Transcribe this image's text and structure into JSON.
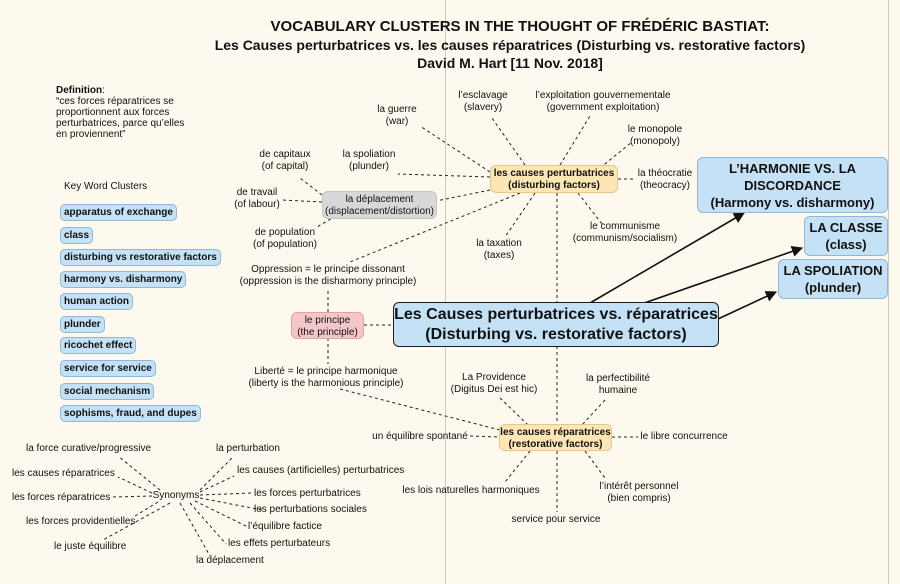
{
  "title": {
    "line1": "VOCABULARY CLUSTERS IN THE THOUGHT OF FRÉDÉRIC BASTIAT:",
    "line2": "Les Causes perturbatrices vs. les causes réparatrices (Disturbing vs. restorative factors)",
    "line3": "David M. Hart [11 Nov. 2018]"
  },
  "definition": {
    "label": "Definition",
    "colon": ":",
    "quote_lines": [
      "“ces forces réparatrices se",
      "proportionnent aux forces",
      "perturbatrices, parce qu’elles",
      "en proviennent”"
    ]
  },
  "key_words": {
    "heading": "Key Word Clusters",
    "items": [
      "apparatus of exchange",
      "class",
      "disturbing vs restorative factors",
      "harmony vs. disharmony",
      "human action",
      "plunder",
      "ricochet effect",
      "service for service",
      "social mechanism",
      "sophisms, fraud, and dupes"
    ]
  },
  "central": {
    "line1": "Les Causes perturbatrices vs. réparatrices",
    "line2": "(Disturbing vs. restorative factors)"
  },
  "right_nodes": {
    "harmonie": [
      "L’HARMONIE VS. LA",
      "DISCORDANCE",
      "(Harmony vs. disharmony)"
    ],
    "classe": [
      "LA CLASSE",
      "(class)"
    ],
    "spoliation": [
      "LA SPOLIATION",
      "(plunder)"
    ]
  },
  "perturbatrices": {
    "node": [
      "les causes perturbatrices",
      "(disturbing factors)"
    ],
    "guerre": [
      "la guerre",
      "(war)"
    ],
    "esclavage": [
      "l’esclavage",
      "(slavery)"
    ],
    "exploitation": [
      "l’exploitation gouvernementale",
      "(government exploitation)"
    ],
    "monopole": [
      "le monopole",
      "(monopoly)"
    ],
    "theocratie": [
      "la théocratie",
      "(theocracy)"
    ],
    "communisme": [
      "le communisme",
      "(communism/socialism)"
    ],
    "taxation": [
      "la taxation",
      "(taxes)"
    ],
    "spoliation": [
      "la spoliation",
      "(plunder)"
    ]
  },
  "deplacement": {
    "node": [
      "la déplacement",
      "(displacement/distortion)"
    ],
    "capitaux": [
      "de capitaux",
      "(of capital)"
    ],
    "travail": [
      "de travail",
      "(of labour)"
    ],
    "population": [
      "de population",
      "(of population)"
    ]
  },
  "principe": {
    "node": [
      "le principe",
      "(the principle)"
    ],
    "oppression": [
      "Oppression = le principe dissonant",
      "(oppression is the disharmony principle)"
    ],
    "liberte": [
      "Liberté =  le principe harmonique",
      "(liberty is the harmonious principle)"
    ]
  },
  "reparatrices": {
    "node": [
      "les causes réparatrices",
      "(restorative factors)"
    ],
    "providence": [
      "La Providence",
      "(Digitus Dei est hic)"
    ],
    "perfectibilite": [
      "la perfectibilité",
      "humaine"
    ],
    "equilibre": "un équilibre spontané",
    "concurrence": "le libre concurrence",
    "lois": "les lois naturelles harmoniques",
    "interet": [
      "l’intérêt personnel",
      "(bien compris)"
    ],
    "service": "service pour service"
  },
  "synonyms": {
    "center": "Synonyms",
    "curative": "la force curative/progressive",
    "causes_rep": "les causes réparatrices",
    "forces_rep": "les forces réparatrices",
    "providentielles": "les forces providentielles",
    "juste": "le juste équilibre",
    "perturbation": "la perturbation",
    "causes_art": "les causes (artificielles) perturbatrices",
    "forces_pert": "les forces perturbatrices",
    "perturbations_soc": "les perturbations sociales",
    "equilibre_fact": "l’équilibre factice",
    "effets": "les effets perturbateurs",
    "deplacement": "la déplacement"
  },
  "colors": {
    "background": "#fdf9ef",
    "blue_node": "#c4e1f5",
    "yellow_node": "#fbe6b4",
    "grey_node": "#d8d8d8",
    "pink_node": "#f5c6c8"
  }
}
